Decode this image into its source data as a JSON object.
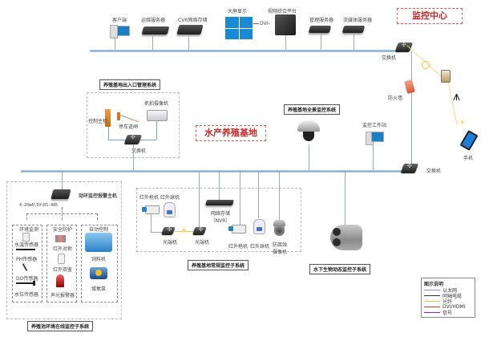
{
  "control_center": {
    "title": "监控中心",
    "devices": [
      {
        "label": "客户端",
        "icon": "pc-icon"
      },
      {
        "label": "运维服务器",
        "icon": "server-icon"
      },
      {
        "label": "CVR网络存储",
        "icon": "storage-icon"
      },
      {
        "label": "大屏显示",
        "icon": "video-wall-icon"
      },
      {
        "label": "视频综合平台",
        "icon": "platform-icon"
      },
      {
        "label": "管理服务器",
        "icon": "server-icon"
      },
      {
        "label": "流媒体服务器",
        "icon": "server-icon"
      }
    ],
    "dvi_label": "DVI",
    "switch_label": "交换机"
  },
  "remote": {
    "firewall_label": "防火墙",
    "phone_label": "手机"
  },
  "base": {
    "title": "水产养殖基地",
    "switch_label": "交换机",
    "workstation_label": "监控工作站"
  },
  "entrance_system": {
    "title": "养殖基地出入口管理系统",
    "control_host": "控制主机",
    "barrier": "停车道闸",
    "capture_camera": "抓拍摄像机",
    "switch": "交换机"
  },
  "panorama_system": {
    "title": "养殖基地全景监控系统"
  },
  "environment_system": {
    "title": "养殖池环境在线监控子系统",
    "host": "动环监控报警主机",
    "interface": "4-20mA\\IO\\RS-485",
    "groups": [
      {
        "title": "环境监测",
        "items": [
          "水温传感器",
          "PH传感器",
          "DO传感器",
          "水位传感器"
        ]
      },
      {
        "title": "安全防护",
        "items": [
          "红外对射",
          "红外双鉴",
          "声光报警器"
        ]
      },
      {
        "title": "自动控制",
        "items": [
          "饲料机",
          "增氧泵"
        ]
      }
    ]
  },
  "routine_system": {
    "title": "养殖基地常规监控子系统",
    "cameras_left": [
      "红外枪机",
      "红外球机"
    ],
    "optical_transceivers": [
      "光端机",
      "光端机"
    ],
    "nvr": "网络存储（NVR）",
    "cameras_right": [
      "红外枪机",
      "红外球机",
      "防腐蚀摄像机"
    ]
  },
  "underwater_system": {
    "title": "水下生物动态监控子系统"
  },
  "legend": {
    "title": "图示说明",
    "items": [
      {
        "label": "以太网",
        "color": "#8a8ad8"
      },
      {
        "label": "同轴电缆",
        "color": "#333333"
      },
      {
        "label": "光纤",
        "color": "#e6c84a"
      },
      {
        "label": "DVI/HDMI",
        "color": "#d43a3a"
      },
      {
        "label": "信号",
        "color": "#8a2fa8"
      }
    ]
  }
}
